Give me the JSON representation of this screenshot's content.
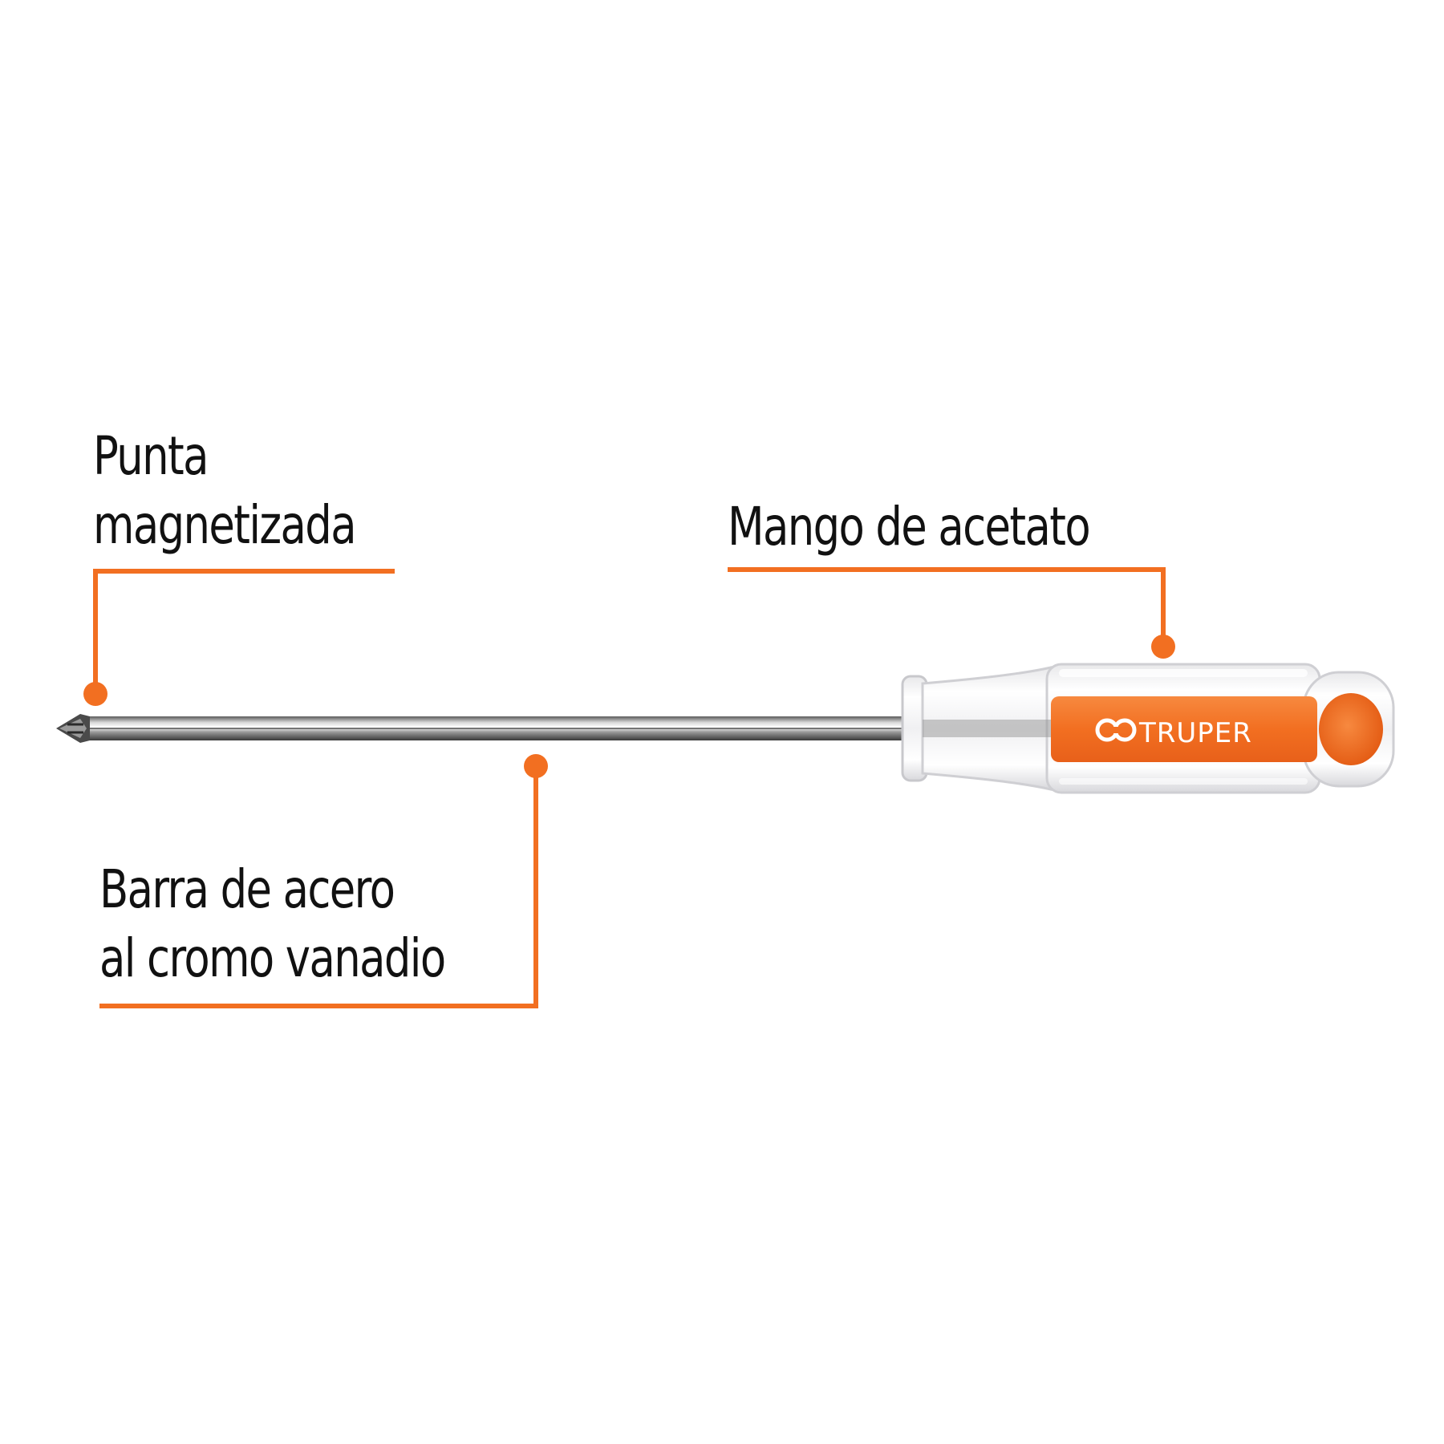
{
  "callouts": {
    "tip": {
      "line1": "Punta",
      "line2": "magnetizada"
    },
    "handle": {
      "line1": "Mango de acetato"
    },
    "shaft": {
      "line1": "Barra de acero",
      "line2": "al cromo vanadio"
    }
  },
  "product": {
    "brand": "TRUPER"
  },
  "colors": {
    "accent": "#f26f21",
    "text": "#111111",
    "background": "#ffffff"
  },
  "icons": {
    "brand_logo": "truper-logo-icon",
    "tool": "phillips-screwdriver-icon"
  }
}
